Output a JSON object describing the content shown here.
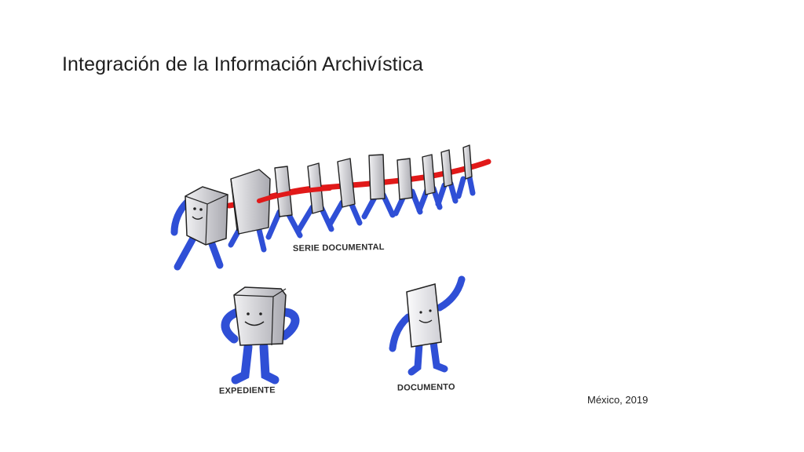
{
  "slide": {
    "title": "Integración de la Información Archivística",
    "footer": "México, 2019"
  },
  "illustration": {
    "labels": {
      "serie": "SERIE DOCUMENTAL",
      "expediente": "EXPEDIENTE",
      "documento": "DOCUMENTO"
    },
    "colors": {
      "limbs": "#2f4fd6",
      "limbs_dark": "#1f2f9a",
      "box": "#d9d9dc",
      "box_shade": "#9c9ca3",
      "string": "#e11919",
      "outline": "#222222"
    }
  }
}
